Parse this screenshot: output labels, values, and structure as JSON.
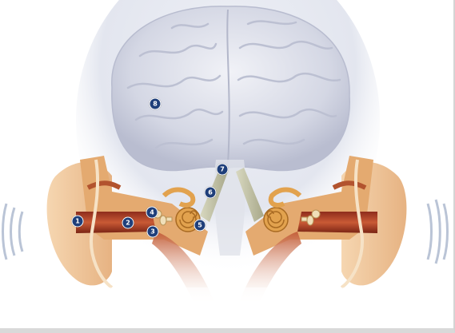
{
  "diagram": {
    "markers": [
      {
        "id": "marker-1",
        "label": "1"
      },
      {
        "id": "marker-2",
        "label": "2"
      },
      {
        "id": "marker-3",
        "label": "3"
      },
      {
        "id": "marker-4",
        "label": "4"
      },
      {
        "id": "marker-5",
        "label": "5"
      },
      {
        "id": "marker-6",
        "label": "6"
      },
      {
        "id": "marker-7",
        "label": "7"
      },
      {
        "id": "marker-8",
        "label": "8"
      }
    ],
    "colors": {
      "marker_fill": "#1f3f7a",
      "marker_border": "#ffffff",
      "brain": "#d9dbe6",
      "skin": "#e8b27a",
      "canal": "#b8452a",
      "sound_waves": "#9fb0c8"
    }
  }
}
